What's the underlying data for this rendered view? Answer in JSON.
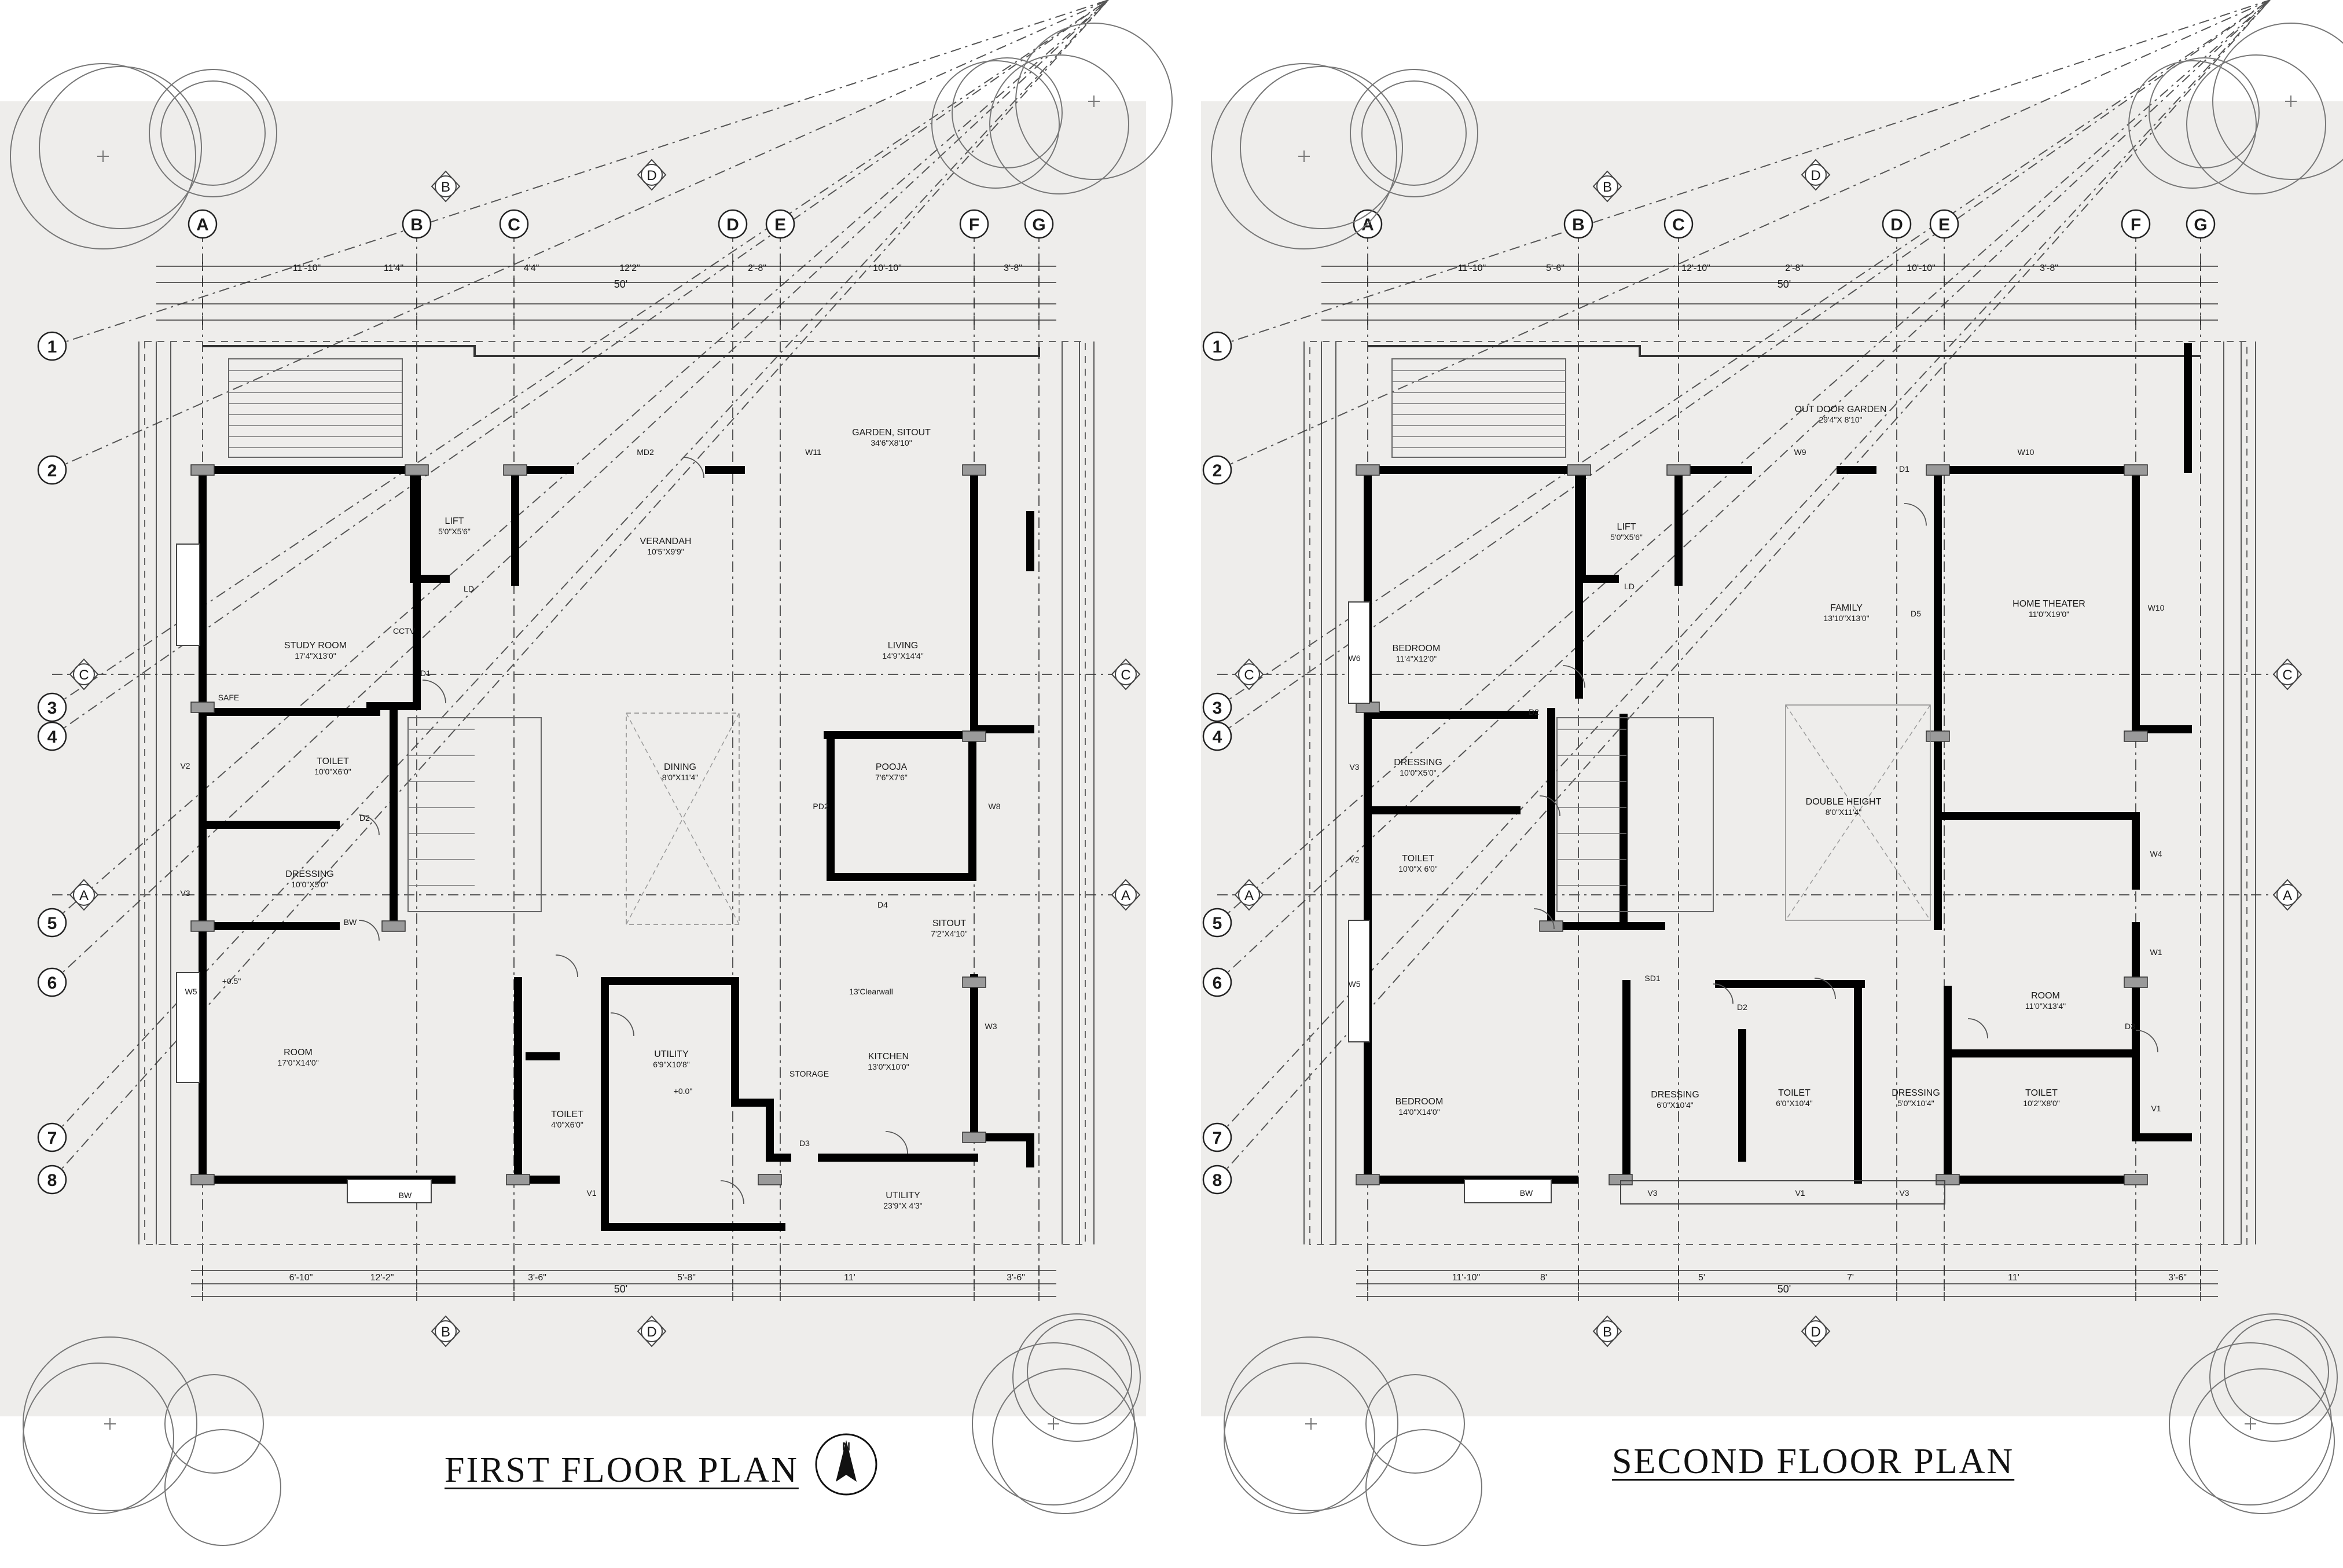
{
  "sheets": [
    {
      "title": "FIRST FLOOR PLAN",
      "grid_cols": [
        "A",
        "B",
        "C",
        "D",
        "E",
        "F",
        "G"
      ],
      "grid_rows": [
        "1",
        "2",
        "3",
        "4",
        "5",
        "6",
        "7",
        "8"
      ],
      "section_marks": {
        "side_left": "A",
        "side_right": "A",
        "mid_left": "C",
        "mid_right": "C",
        "top_b": "B",
        "top_d": "D",
        "bot_b": "B",
        "bot_d": "D"
      },
      "overall_width": "50'",
      "top_dims": [
        "11'-10\"",
        "11'4\"",
        "4'4\"",
        "12'2\"",
        "2'-8\"",
        "10'-10\"",
        "3'-8\""
      ],
      "bottom_dims": [
        "6'-10\"",
        "12'-2\"",
        "3'-6\"",
        "5'-8\"",
        "11'",
        "3'-6\""
      ],
      "rooms": [
        {
          "name": "GARDEN, SITOUT",
          "size": "34'6\"X8'10\""
        },
        {
          "name": "LIFT",
          "size": "5'0\"X5'6\""
        },
        {
          "name": "VERANDAH",
          "size": "10'5\"X9'9\""
        },
        {
          "name": "STUDY ROOM",
          "size": "17'4\"X13'0\""
        },
        {
          "name": "LIVING",
          "size": "14'9\"X14'4\""
        },
        {
          "name": "TOILET",
          "size": "10'0\"X6'0\""
        },
        {
          "name": "DINING",
          "size": "8'0\"X11'4\""
        },
        {
          "name": "POOJA",
          "size": "7'6\"X7'6\""
        },
        {
          "name": "DRESSING",
          "size": "10'0\"X5'0\""
        },
        {
          "name": "SITOUT",
          "size": "7'2\"X4'10\""
        },
        {
          "name": "ROOM",
          "size": "17'0\"X14'0\""
        },
        {
          "name": "UTILITY",
          "size": "6'9\"X10'8\""
        },
        {
          "name": "KITCHEN",
          "size": "13'0\"X10'0\""
        },
        {
          "name": "TOILET",
          "size": "4'0\"X6'0\""
        },
        {
          "name": "UTILITY",
          "size": "23'9\"X 4'3\""
        }
      ],
      "tags": [
        "MD2",
        "W11",
        "LD",
        "CCTV",
        "SAFE",
        "D1",
        "D2",
        "V2",
        "V3",
        "W5",
        "BW",
        "PD2",
        "W8",
        "W3",
        "D3",
        "V1",
        "STORAGE",
        "13'Clearwall",
        "+0.5\"",
        "+0.0\"",
        "D4",
        "BW"
      ]
    },
    {
      "title": "SECOND FLOOR PLAN",
      "grid_cols": [
        "A",
        "B",
        "C",
        "D",
        "E",
        "F",
        "G"
      ],
      "grid_rows": [
        "1",
        "2",
        "3",
        "4",
        "5",
        "6",
        "7",
        "8"
      ],
      "section_marks": {
        "side_left": "A",
        "side_right": "A",
        "mid_left": "C",
        "mid_right": "C",
        "top_b": "B",
        "top_d": "D",
        "bot_b": "B",
        "bot_d": "D"
      },
      "overall_width": "50'",
      "top_dims": [
        "11'-10\"",
        "5'-6\"",
        "12'-10\"",
        "2'-8\"",
        "10'-10\"",
        "3'-8\""
      ],
      "bottom_dims": [
        "11'-10\"",
        "8'",
        "5'",
        "7'",
        "11'",
        "3'-6\""
      ],
      "rooms": [
        {
          "name": "OUT DOOR GARDEN",
          "size": "29'4\"X 8'10\""
        },
        {
          "name": "LIFT",
          "size": "5'0\"X5'6\""
        },
        {
          "name": "BEDROOM",
          "size": "11'4\"X12'0\""
        },
        {
          "name": "FAMILY",
          "size": "13'10\"X13'0\""
        },
        {
          "name": "HOME THEATER",
          "size": "11'0\"X19'0\""
        },
        {
          "name": "DRESSING",
          "size": "10'0\"X5'0\""
        },
        {
          "name": "DOUBLE HEIGHT",
          "size": "8'0\"X11'4\""
        },
        {
          "name": "TOILET",
          "size": "10'0\"X 6'0\""
        },
        {
          "name": "ROOM",
          "size": "11'0\"X13'4\""
        },
        {
          "name": "BEDROOM",
          "size": "14'0\"X14'0\""
        },
        {
          "name": "DRESSING",
          "size": "6'0\"X10'4\""
        },
        {
          "name": "TOILET",
          "size": "6'0\"X10'4\""
        },
        {
          "name": "DRESSING",
          "size": "5'0\"X10'4\""
        },
        {
          "name": "TOILET",
          "size": "10'2\"X8'0\""
        }
      ],
      "tags": [
        "W9",
        "W10",
        "D1",
        "D5",
        "W6",
        "W10",
        "D2",
        "V3",
        "V2",
        "W5",
        "W4",
        "W1",
        "D3",
        "V1",
        "SD1",
        "BW",
        "V3",
        "V1",
        "V3",
        "LD",
        "D2"
      ]
    }
  ],
  "north_label": "N",
  "colors": {
    "sheet_bg": "#eeedeb",
    "wall": "#000000",
    "line": "#2b2b2b",
    "column": "#9a9a9a"
  }
}
